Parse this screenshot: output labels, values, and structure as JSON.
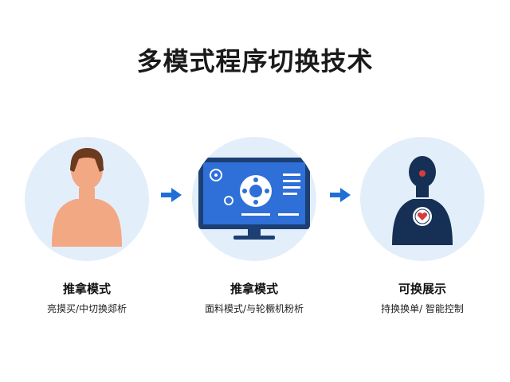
{
  "title": "多模式程序切换技术",
  "steps": [
    {
      "label": "推拿模式",
      "desc": "亮摸买/中切换郯析",
      "icon": "person-icon"
    },
    {
      "label": "推拿模式",
      "desc": "面料模式/与轮橛机粉析",
      "icon": "monitor-icon"
    },
    {
      "label": "可换展示",
      "desc": "持换换单/ 智能控制",
      "icon": "body-scan-icon"
    }
  ],
  "colors": {
    "circle_bg": "#e3eefb",
    "arrow": "#1f6fd6",
    "screen": "#2f6fd8",
    "monitor_frame": "#1c3f74",
    "skin": "#f2a882",
    "hair": "#6b3a1f",
    "silhouette": "#163055",
    "heart": "#d93b3b"
  }
}
